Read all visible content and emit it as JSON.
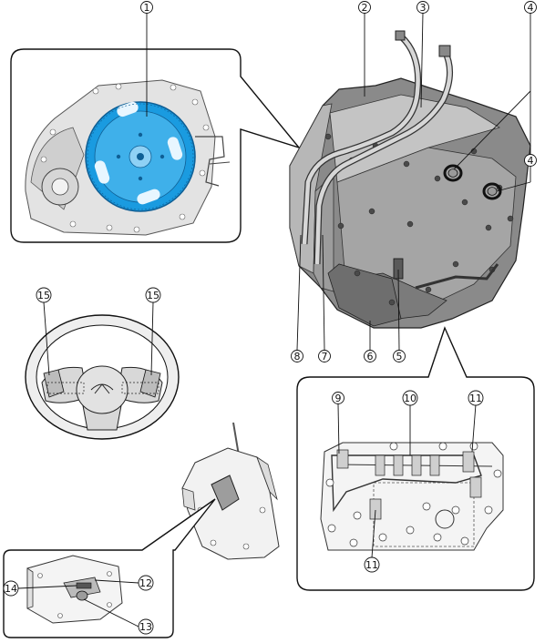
{
  "callouts": {
    "c1": "1",
    "c2": "2",
    "c3": "3",
    "c4a": "4",
    "c4b": "4",
    "c5": "5",
    "c6": "6",
    "c7": "7",
    "c8": "8",
    "c9": "9",
    "c10": "10",
    "c11a": "11",
    "c11b": "11",
    "c12": "12",
    "c13": "13",
    "c14": "14",
    "c15a": "15",
    "c15b": "15"
  },
  "colors": {
    "highlight_blue": "#1a9be0",
    "dark_blue": "#0f5f95",
    "part_gray": "#b9b9b9",
    "part_dark": "#6c6c6c",
    "line": "#111111"
  },
  "icons": [
    "transmission-assembly",
    "torque-converter",
    "steering-wheel",
    "control-valve-body",
    "selector-lever"
  ]
}
